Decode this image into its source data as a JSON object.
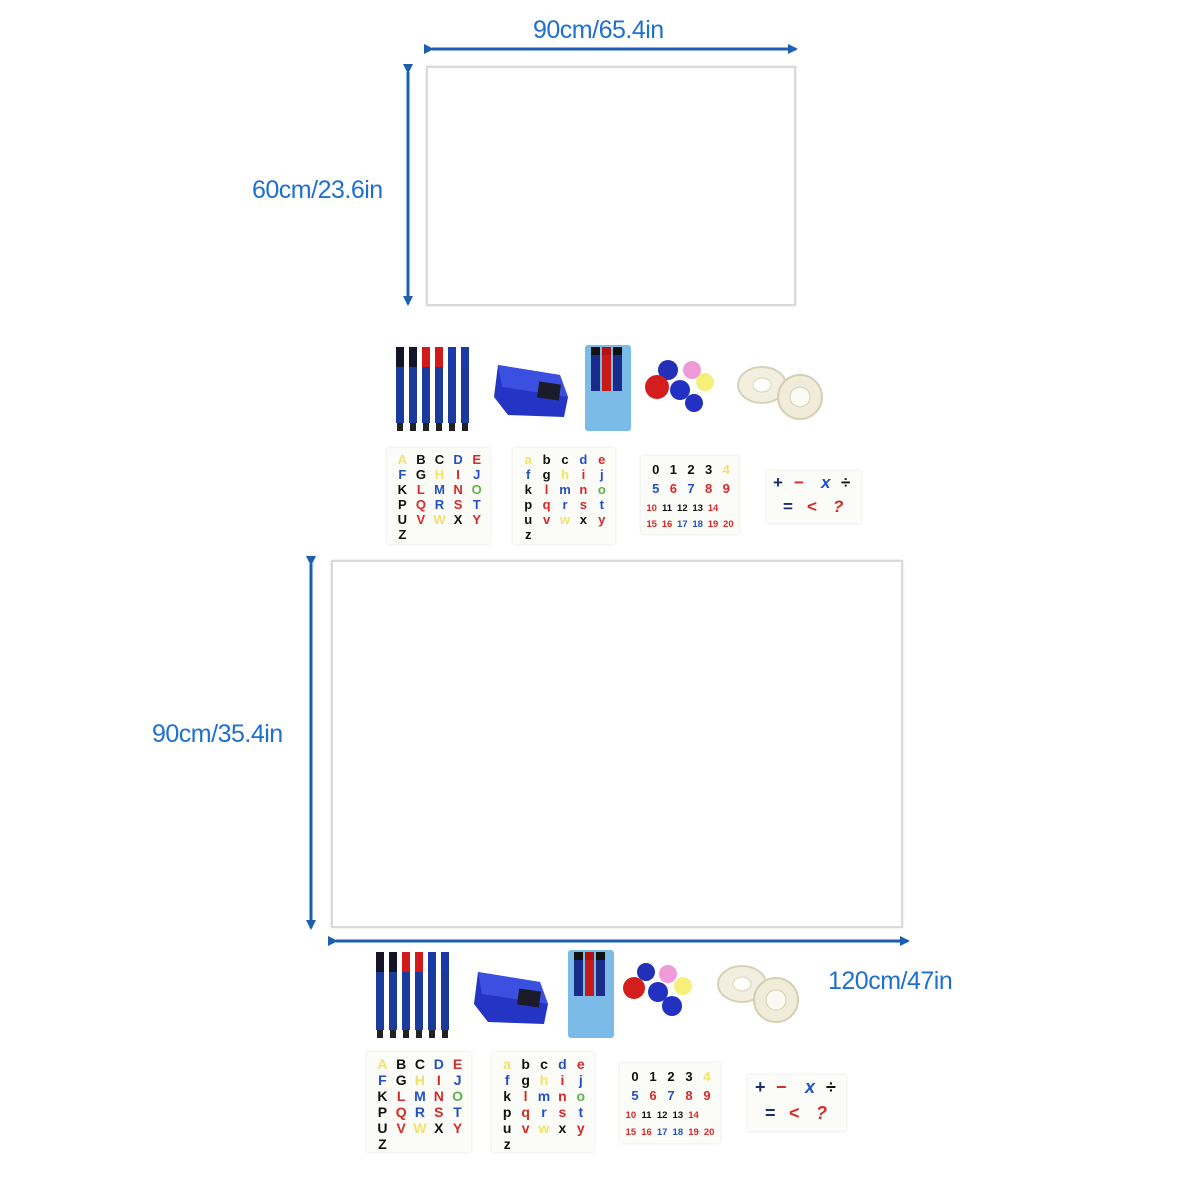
{
  "dimensions": {
    "small_width": "90cm/65.4in",
    "small_height": "60cm/23.6in",
    "large_height": "90cm/35.4in",
    "large_width": "120cm/47in"
  },
  "colors": {
    "dimension_blue": "#1f6fd1",
    "arrow_blue": "#1c5fb0"
  },
  "accessory_icons": [
    "marker-pens-icon",
    "board-eraser-icon",
    "marker-holder-icon",
    "round-magnets-icon",
    "adhesive-tape-rolls-icon"
  ],
  "uppercase_letters": [
    "A",
    "B",
    "C",
    "D",
    "E",
    "F",
    "G",
    "H",
    "I",
    "J",
    "K",
    "L",
    "M",
    "N",
    "O",
    "P",
    "Q",
    "R",
    "S",
    "T",
    "U",
    "V",
    "W",
    "X",
    "Y",
    "Z"
  ],
  "lowercase_letters": [
    "a",
    "b",
    "c",
    "d",
    "e",
    "f",
    "g",
    "h",
    "i",
    "j",
    "k",
    "l",
    "m",
    "n",
    "o",
    "p",
    "q",
    "r",
    "s",
    "t",
    "u",
    "v",
    "w",
    "x",
    "y",
    "z"
  ],
  "numbers": [
    "0",
    "1",
    "2",
    "3",
    "4",
    "5",
    "6",
    "7",
    "8",
    "9",
    "10",
    "11",
    "12",
    "13",
    "14",
    "15",
    "16",
    "17",
    "18",
    "19",
    "20"
  ],
  "math_symbols": [
    "+",
    "−",
    "x",
    "÷",
    "=",
    "<",
    "?"
  ]
}
